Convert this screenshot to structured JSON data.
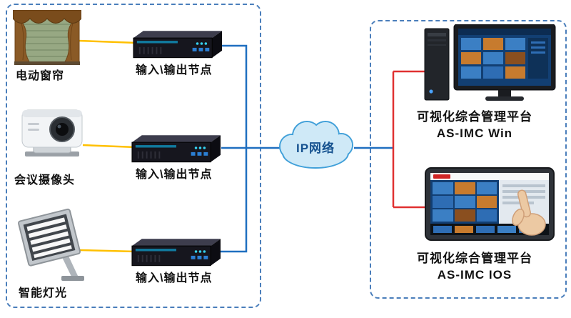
{
  "diagram": {
    "left_group": {
      "devices": [
        {
          "label": "电动窗帘"
        },
        {
          "label": "会议摄像头"
        },
        {
          "label": "智能灯光"
        }
      ],
      "nodes": [
        {
          "label": "输入\\输出节点"
        },
        {
          "label": "输入\\输出节点"
        },
        {
          "label": "输入\\输出节点"
        }
      ]
    },
    "network": {
      "label": "IP网络"
    },
    "right_group": {
      "platforms": [
        {
          "title": "可视化综合管理平台",
          "model": "AS-IMC Win"
        },
        {
          "title": "可视化综合管理平台",
          "model": "AS-IMC IOS"
        }
      ]
    },
    "colors": {
      "group_border": "#4a7ebb",
      "device_link": "#ffc000",
      "network_link": "#1f6fc0",
      "client_link": "#e03131",
      "cloud_fill": "#cfe9f7",
      "cloud_stroke": "#41a0d9"
    }
  }
}
